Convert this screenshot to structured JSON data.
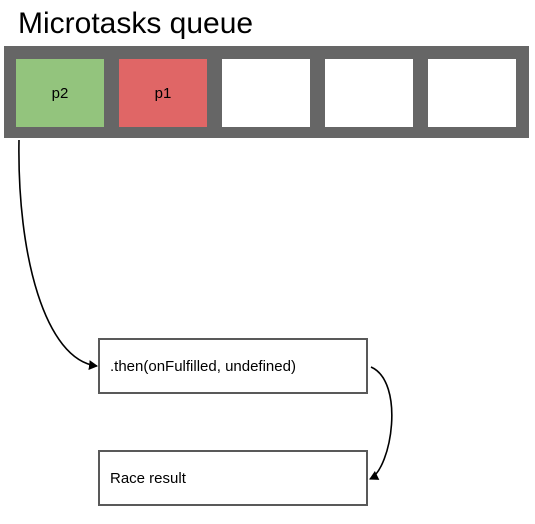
{
  "title": "Microtasks queue",
  "queue": {
    "slots": [
      {
        "label": "p2",
        "fill": "#93c47d"
      },
      {
        "label": "p1",
        "fill": "#e06666"
      },
      {
        "label": "",
        "fill": "#ffffff"
      },
      {
        "label": "",
        "fill": "#ffffff"
      },
      {
        "label": "",
        "fill": "#ffffff"
      }
    ]
  },
  "boxes": {
    "then": ".then(onFulfilled, undefined)",
    "result": "Race result"
  },
  "colors": {
    "queue_frame": "#666666",
    "slot_empty": "#ffffff",
    "arrow": "#000000"
  }
}
